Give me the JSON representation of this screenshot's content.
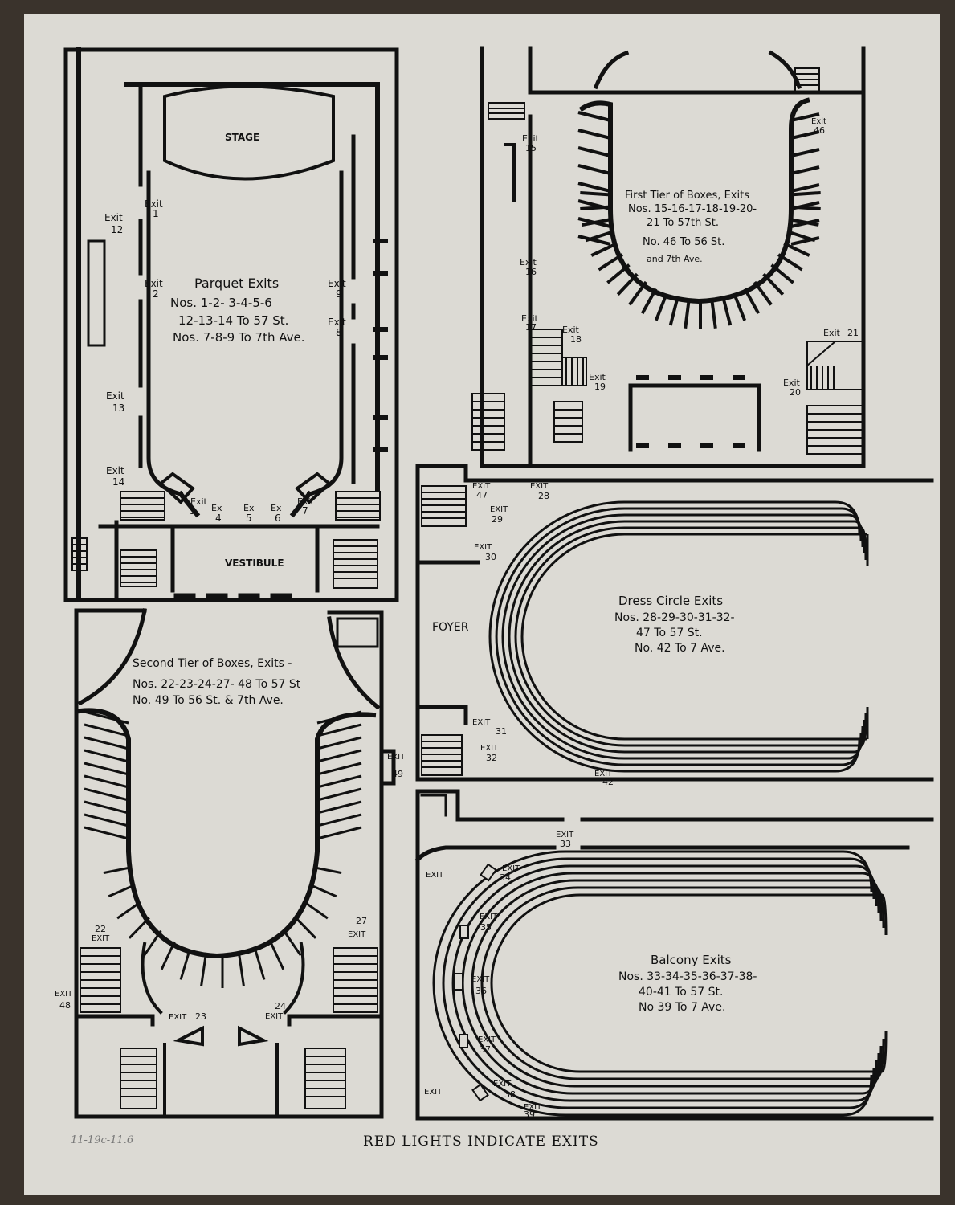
{
  "footer": {
    "caption": "RED LIGHTS INDICATE EXITS",
    "pencil_note": "11-19c-11.6"
  },
  "colors": {
    "paper": "#dcdad4",
    "ink": "#111111",
    "background": "#3a332c"
  },
  "parquet": {
    "stage": "STAGE",
    "vestibule": "VESTIBULE",
    "title": "Parquet Exits",
    "line1": "Nos. 1-2- 3-4-5-6",
    "line2": "12-13-14 To 57 St.",
    "line3": "Nos. 7-8-9 To 7th Ave.",
    "exits": {
      "e1": "1",
      "e2": "2",
      "e3": "3",
      "e4": "4",
      "e5": "5",
      "e6": "6",
      "e7": "7",
      "e8": "8",
      "e9": "9",
      "e12": "12",
      "e13": "13",
      "e14": "14"
    }
  },
  "first_tier": {
    "line1": "First Tier of Boxes, Exits",
    "line2": "Nos. 15-16-17-18-19-20-",
    "line3": "21 To 57th St.",
    "line4": "No. 46 To 56 St.",
    "line5": "and 7th Ave.",
    "exits": {
      "e15": "15",
      "e16": "16",
      "e17": "17",
      "e18": "18",
      "e19": "19",
      "e20": "20",
      "e21": "21",
      "e46": "46"
    }
  },
  "second_tier": {
    "line1": "Second Tier of Boxes, Exits -",
    "line2": "Nos. 22-23-24-27- 48 To 57 St",
    "line3": "No. 49 To 56 St. & 7th Ave.",
    "exits": {
      "e22": "22",
      "e23": "23",
      "e24": "24",
      "e27": "27",
      "e48": "48",
      "e49": "49"
    }
  },
  "dress_circle": {
    "foyer": "FOYER",
    "title": "Dress Circle Exits",
    "line1": "Nos. 28-29-30-31-32-",
    "line2": "47 To 57 St.",
    "line3": "No. 42 To 7 Ave.",
    "exits": {
      "e28": "28",
      "e29": "29",
      "e30": "30",
      "e31": "31",
      "e32": "32",
      "e42": "42",
      "e47": "47"
    }
  },
  "balcony": {
    "title": "Balcony Exits",
    "line1": "Nos. 33-34-35-36-37-38-",
    "line2": "40-41 To 57 St.",
    "line3": "No 39 To 7 Ave.",
    "exits": {
      "e33": "33",
      "e34": "34",
      "e35": "35",
      "e36": "36",
      "e37": "37",
      "e38": "38",
      "e39": "39"
    }
  },
  "exit_word": "Exit",
  "ex_word": "Ex",
  "exit_caps": "EXIT"
}
